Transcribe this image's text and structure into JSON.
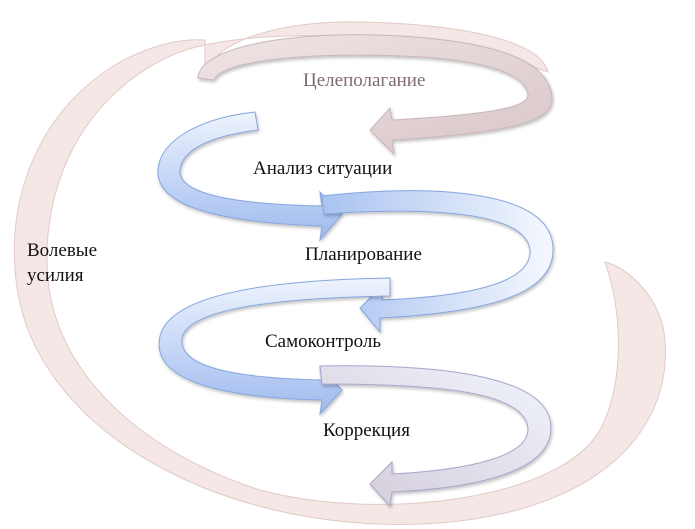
{
  "diagram": {
    "outer_loop_label": [
      "Волевые",
      "усилия"
    ],
    "steps": [
      "Целеполагание",
      "Анализ ситуации",
      "Планирование",
      "Самоконтроль",
      "Коррекция"
    ]
  },
  "colors": {
    "outer_ring": "#f3e2e0",
    "outer_ring_edge": "#d9bcb8",
    "spiral_arrow": "#a9c4f2",
    "spiral_arrow_edge": "#7f9ed9",
    "goal_arrow": "#e4d6d7"
  }
}
